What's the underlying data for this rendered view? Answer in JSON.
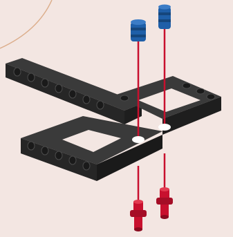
{
  "colors": {
    "background": "#f3e6e2",
    "corner_stroke": "#dcae8c",
    "beam_top": "#3a3a3a",
    "beam_side": "#262626",
    "beam_hole": "#1a1a1a",
    "assembly_line": "#c8102e",
    "blue_bushing": "#1f5fa8",
    "red_pin": "#c8102e"
  },
  "diagram": {
    "parts": [
      "black-technic-frame",
      "blue-bushing",
      "blue-bushing",
      "red-connector-pin",
      "red-connector-pin"
    ],
    "step_count": 2
  }
}
